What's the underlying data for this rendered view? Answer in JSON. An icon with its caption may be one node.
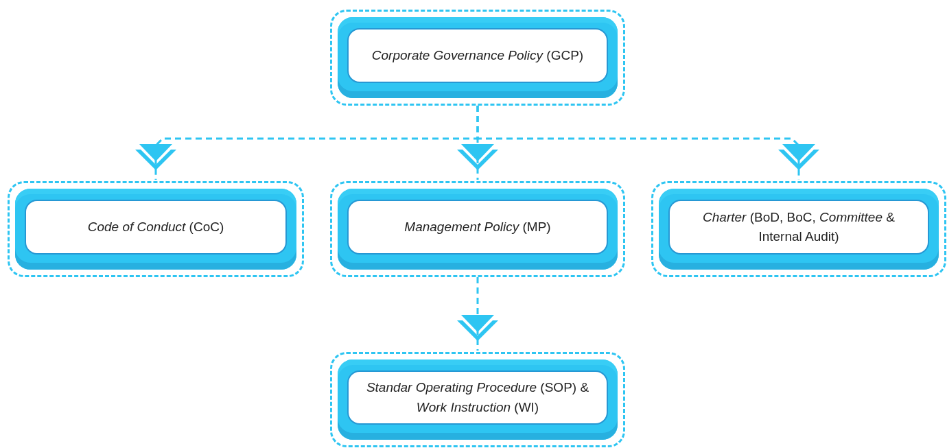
{
  "diagram": {
    "nodes": [
      {
        "text": [
          "*Corporate Governance Policy* (GCP)"
        ]
      },
      {
        "text": [
          "*Code of Conduct* (CoC)"
        ]
      },
      {
        "text": [
          "*Management Policy* (MP)"
        ]
      },
      {
        "text": [
          "*Charter* (BoD, BoC, *Committee* & Internal Audit)"
        ]
      },
      {
        "text": [
          "*Standar Operating Procedure* (SOP) & *Work Instruction* (WI)"
        ]
      }
    ],
    "edges": [
      {
        "from": 0,
        "to": 1,
        "arrow": "to",
        "style": "dashed"
      },
      {
        "from": 0,
        "to": 2,
        "arrow": "to",
        "style": "dashed"
      },
      {
        "from": 0,
        "to": 3,
        "arrow": "to",
        "style": "dashed"
      },
      {
        "from": 2,
        "to": 4,
        "arrow": "to",
        "style": "dashed"
      }
    ]
  }
}
